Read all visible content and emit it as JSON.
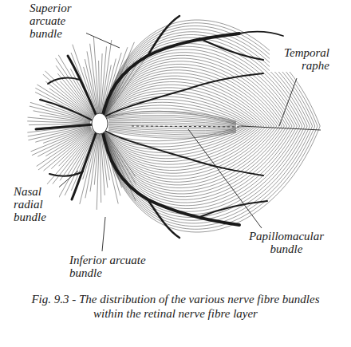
{
  "diagram": {
    "caption": "Fig. 9.3 - The distribution of the various nerve fibre bundles within the retinal nerve fibre layer",
    "labels": [
      "Superior arcuate bundle",
      "Temporal raphe",
      "Nasal radial bundle",
      "Papillomacular bundle",
      "Inferior arcuate bundle"
    ]
  }
}
